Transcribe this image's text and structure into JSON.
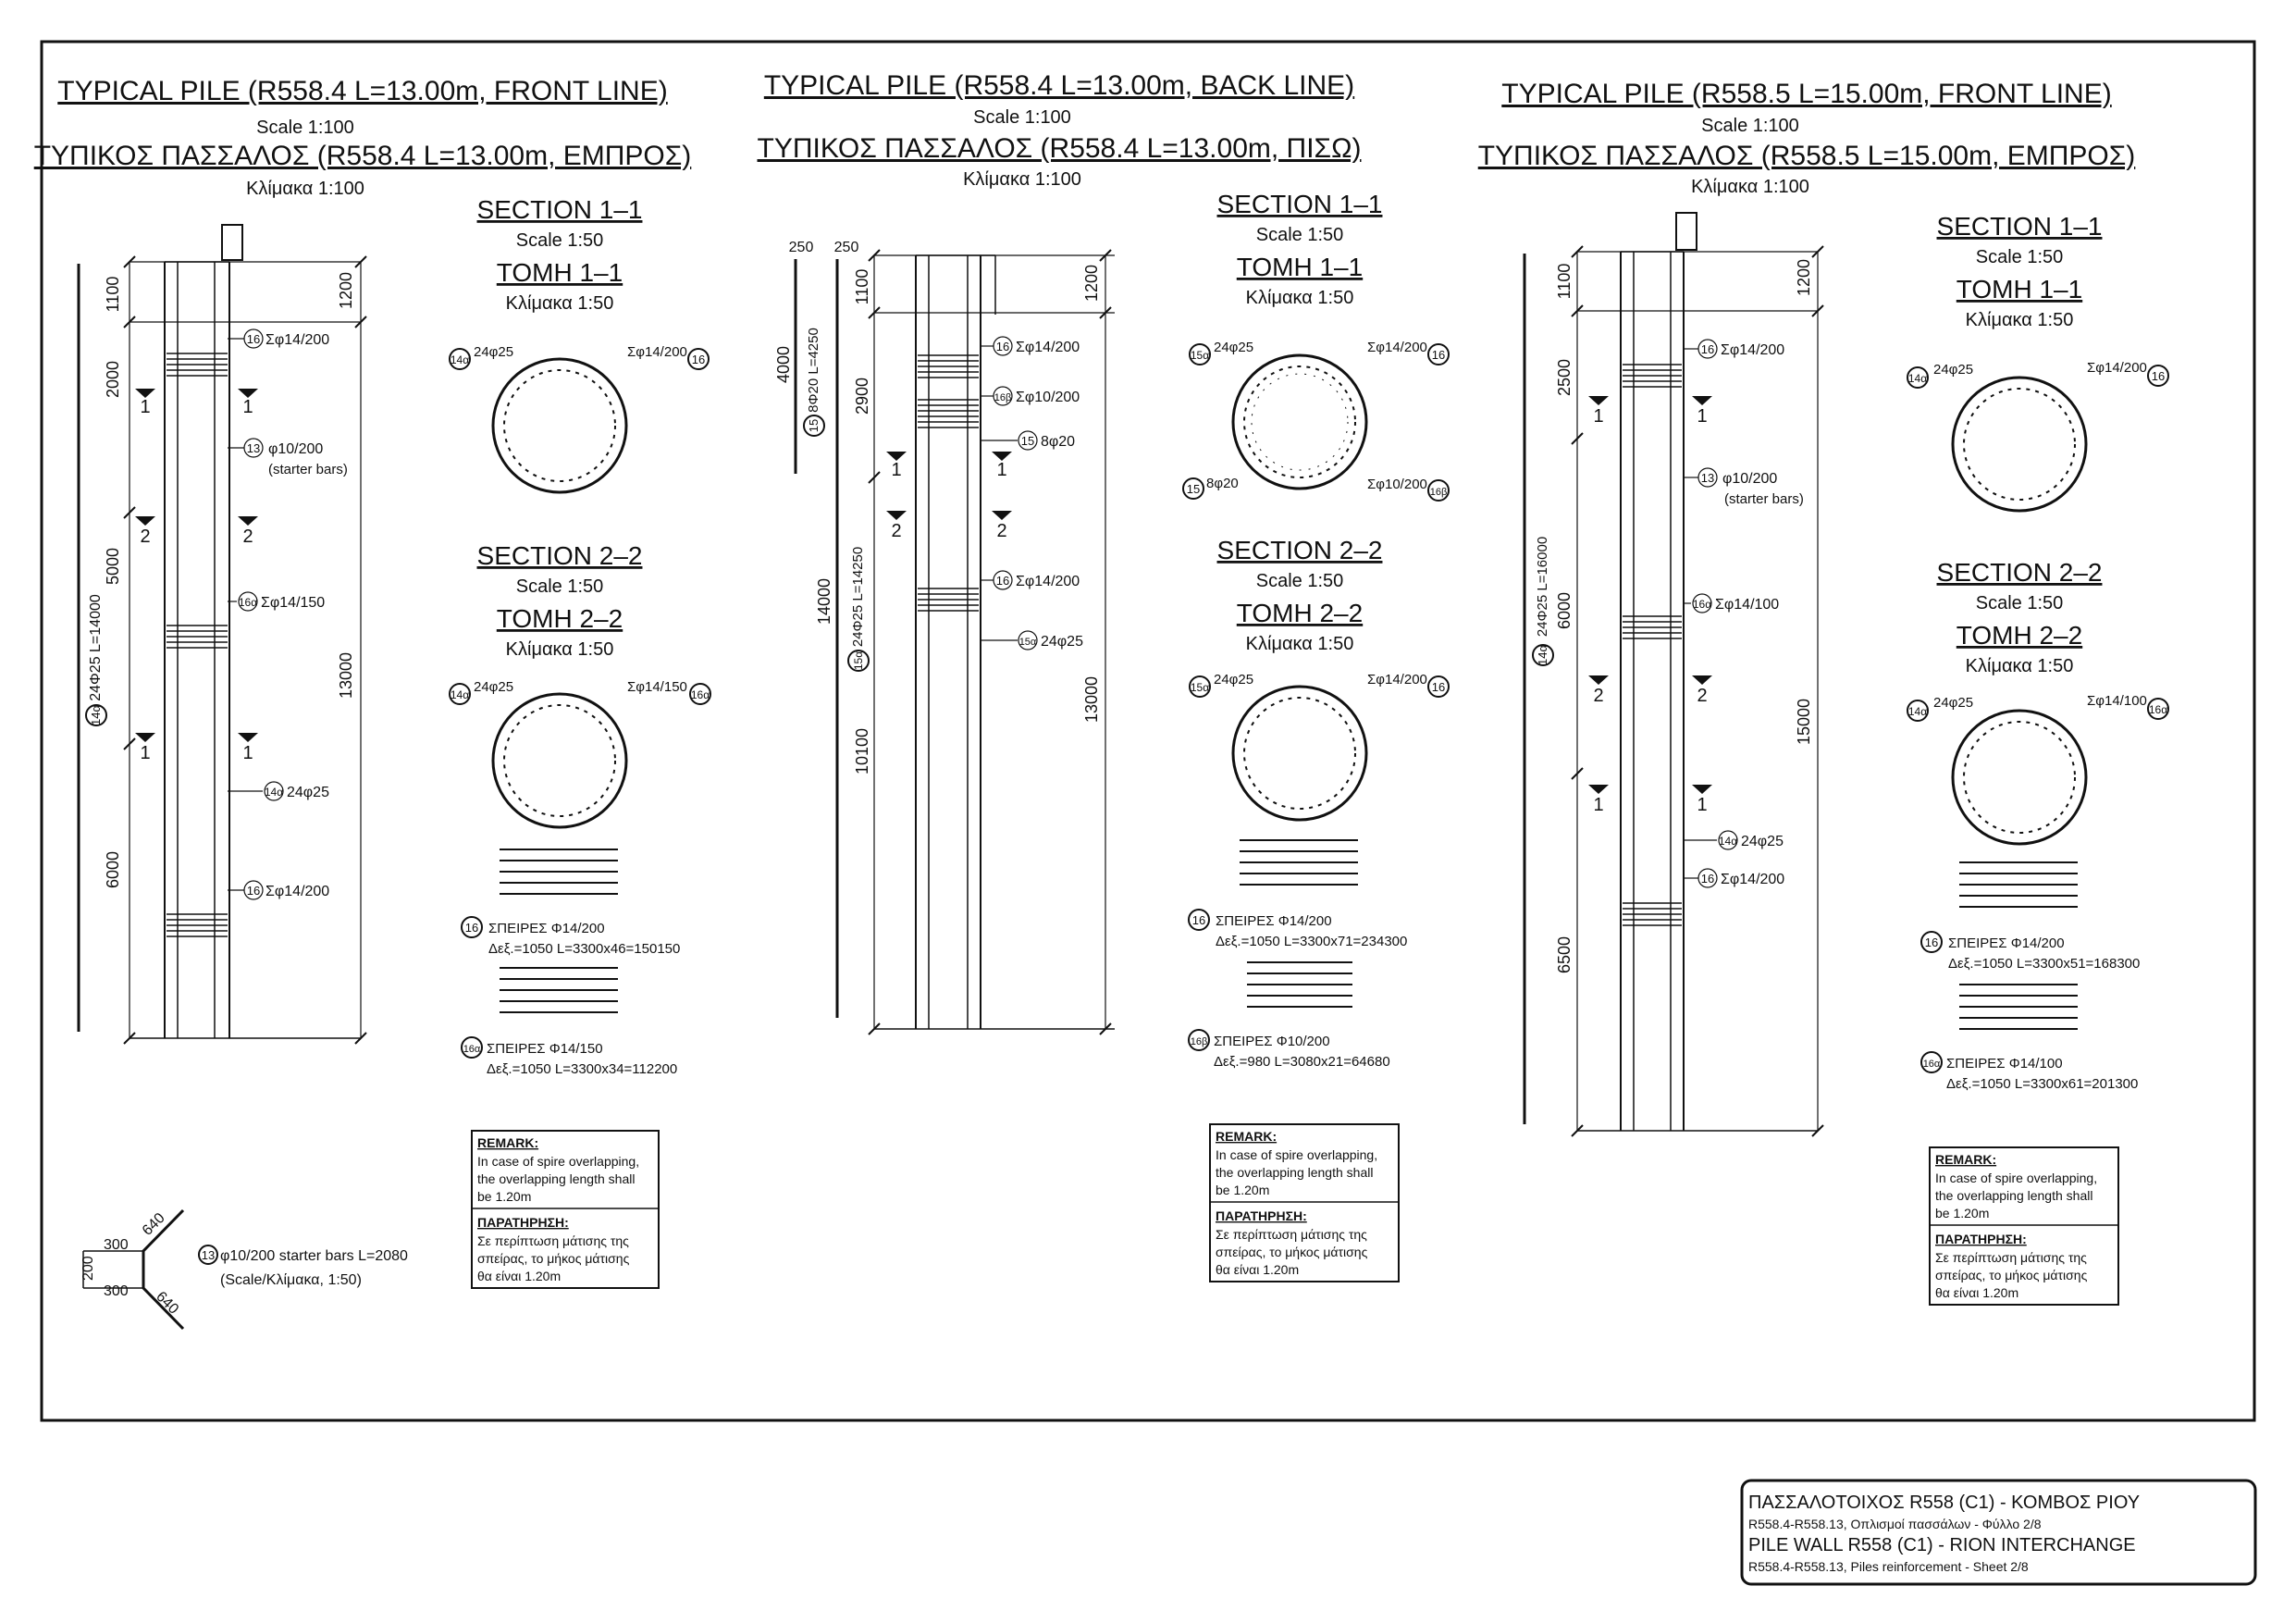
{
  "piles": [
    {
      "title_en": "TYPICAL PILE (R558.4 L=13.00m, FRONT LINE)",
      "scale_en": "Scale 1:100",
      "title_gr": "ΤΥΠΙΚΟΣ ΠΑΣΣΑΛΟΣ (R558.4 L=13.00m, ΕΜΠΡΟΣ)",
      "scale_gr": "Κλίμακα 1:100",
      "dims_left": [
        "1100",
        "2000",
        "5000",
        "6000"
      ],
      "dim_right_top": "1200",
      "dim_right_total": "13000",
      "long_bar_label": "24Φ25 L=14000",
      "long_bar_mark": "14α",
      "callouts": [
        {
          "mark": "16",
          "text": "Σφ14/200"
        },
        {
          "mark": "13",
          "text": "φ10/200"
        },
        {
          "mark": "",
          "text": "(starter bars)"
        },
        {
          "mark": "16α",
          "text": "Σφ14/150"
        },
        {
          "mark": "14α",
          "text": "24φ25"
        },
        {
          "mark": "16",
          "text": "Σφ14/200"
        }
      ],
      "sec1": {
        "title_en": "SECTION 1–1",
        "scale_en": "Scale 1:50",
        "title_gr": "ΤΟΜΗ 1–1",
        "scale_gr": "Κλίμακα 1:50",
        "left_mark": "14α",
        "left_text": "24φ25",
        "right_mark": "16",
        "right_text": "Σφ14/200",
        "extra": []
      },
      "sec2": {
        "title_en": "SECTION 2–2",
        "scale_en": "Scale 1:50",
        "title_gr": "ΤΟΜΗ 2–2",
        "scale_gr": "Κλίμακα 1:50",
        "left_mark": "14α",
        "left_text": "24φ25",
        "right_mark": "16α",
        "right_text": "Σφ14/150"
      },
      "spiral1": {
        "mark": "16",
        "line1": "ΣΠΕΙΡΕΣ Φ14/200",
        "line2": "Δεξ.=1050 L=3300x46=150150"
      },
      "spiral2": {
        "mark": "16α",
        "line1": "ΣΠΕΙΡΕΣ Φ14/150",
        "line2": "Δεξ.=1050 L=3300x34=112200"
      }
    },
    {
      "title_en": "TYPICAL PILE (R558.4 L=13.00m, BACK LINE)",
      "scale_en": "Scale 1:100",
      "title_gr": "ΤΥΠΙΚΟΣ ΠΑΣΣΑΛΟΣ (R558.4 L=13.00m, ΠΙΣΩ)",
      "scale_gr": "Κλίμακα 1:100",
      "dims_top": [
        "250",
        "250"
      ],
      "dims_left": [
        "1100",
        "2900",
        "14000",
        "10100"
      ],
      "dim_right_top": "1200",
      "dim_right_total": "13000",
      "bar4000": "4000",
      "bar15_label": "8Φ20 L=4250",
      "bar15_mark": "15",
      "long_bar_label": "24Φ25 L=14250",
      "long_bar_mark": "15α",
      "callouts": [
        {
          "mark": "16",
          "text": "Σφ14/200"
        },
        {
          "mark": "16β",
          "text": "Σφ10/200"
        },
        {
          "mark": "15",
          "text": "8φ20"
        },
        {
          "mark": "16",
          "text": "Σφ14/200"
        },
        {
          "mark": "15α",
          "text": "24φ25"
        }
      ],
      "sec1": {
        "title_en": "SECTION 1–1",
        "scale_en": "Scale 1:50",
        "title_gr": "ΤΟΜΗ 1–1",
        "scale_gr": "Κλίμακα 1:50",
        "left_mark": "15α",
        "left_text": "24φ25",
        "right_mark": "16",
        "right_text": "Σφ14/200",
        "extra": [
          {
            "mark": "15",
            "text": "8φ20"
          },
          {
            "mark": "16β",
            "text": "Σφ10/200"
          }
        ]
      },
      "sec2": {
        "title_en": "SECTION 2–2",
        "scale_en": "Scale 1:50",
        "title_gr": "ΤΟΜΗ 2–2",
        "scale_gr": "Κλίμακα 1:50",
        "left_mark": "15α",
        "left_text": "24φ25",
        "right_mark": "16",
        "right_text": "Σφ14/200"
      },
      "spiral1": {
        "mark": "16",
        "line1": "ΣΠΕΙΡΕΣ Φ14/200",
        "line2": "Δεξ.=1050 L=3300x71=234300"
      },
      "spiral2": {
        "mark": "16β",
        "line1": "ΣΠΕΙΡΕΣ Φ10/200",
        "line2": "Δεξ.=980 L=3080x21=64680"
      }
    },
    {
      "title_en": "TYPICAL PILE (R558.5 L=15.00m, FRONT LINE)",
      "scale_en": "Scale 1:100",
      "title_gr": "ΤΥΠΙΚΟΣ ΠΑΣΣΑΛΟΣ (R558.5 L=15.00m, ΕΜΠΡΟΣ)",
      "scale_gr": "Κλίμακα 1:100",
      "dims_left": [
        "1100",
        "2500",
        "6000",
        "6500"
      ],
      "dim_right_top": "1200",
      "dim_right_total": "15000",
      "long_bar_label": "24Φ25 L=16000",
      "long_bar_mark": "14α",
      "callouts": [
        {
          "mark": "16",
          "text": "Σφ14/200"
        },
        {
          "mark": "13",
          "text": "φ10/200"
        },
        {
          "mark": "",
          "text": "(starter bars)"
        },
        {
          "mark": "16α",
          "text": "Σφ14/100"
        },
        {
          "mark": "14α",
          "text": "24φ25"
        },
        {
          "mark": "16",
          "text": "Σφ14/200"
        }
      ],
      "sec1": {
        "title_en": "SECTION 1–1",
        "scale_en": "Scale 1:50",
        "title_gr": "ΤΟΜΗ 1–1",
        "scale_gr": "Κλίμακα 1:50",
        "left_mark": "14α",
        "left_text": "24φ25",
        "right_mark": "16",
        "right_text": "Σφ14/200",
        "extra": []
      },
      "sec2": {
        "title_en": "SECTION 2–2",
        "scale_en": "Scale 1:50",
        "title_gr": "ΤΟΜΗ 2–2",
        "scale_gr": "Κλίμακα 1:50",
        "left_mark": "14α",
        "left_text": "24φ25",
        "right_mark": "16α",
        "right_text": "Σφ14/100"
      },
      "spiral1": {
        "mark": "16",
        "line1": "ΣΠΕΙΡΕΣ Φ14/200",
        "line2": "Δεξ.=1050 L=3300x51=168300"
      },
      "spiral2": {
        "mark": "16α",
        "line1": "ΣΠΕΙΡΕΣ Φ14/100",
        "line2": "Δεξ.=1050 L=3300x61=201300"
      }
    }
  ],
  "section_labels": [
    "1",
    "2"
  ],
  "remark": {
    "title_en": "REMARK:",
    "lines_en": [
      "In case of spire overlapping,",
      "the overlapping length shall",
      "be 1.20m"
    ],
    "title_gr": "ΠΑΡΑΤΗΡΗΣΗ:",
    "lines_gr": [
      "Σε περίπτωση μάτισης της",
      "σπείρας, το μήκος μάτισης",
      "θα είναι 1.20m"
    ]
  },
  "starter_detail": {
    "dims": [
      "300",
      "640",
      "200",
      "300",
      "640"
    ],
    "mark": "13",
    "label": "φ10/200 starter bars L=2080",
    "scale": "(Scale/Κλίμακα, 1:50)"
  },
  "titleblock": {
    "line1": "ΠΑΣΣΑΛΟΤΟΙΧΟΣ R558 (C1) - ΚΟΜΒΟΣ ΡΙΟΥ",
    "line2": "R558.4-R558.13, Οπλισμοί πασσάλων - Φύλλο 2/8",
    "line3": "PILE WALL R558 (C1) - RION INTERCHANGE",
    "line4": "R558.4-R558.13, Piles reinforcement - Sheet 2/8"
  }
}
